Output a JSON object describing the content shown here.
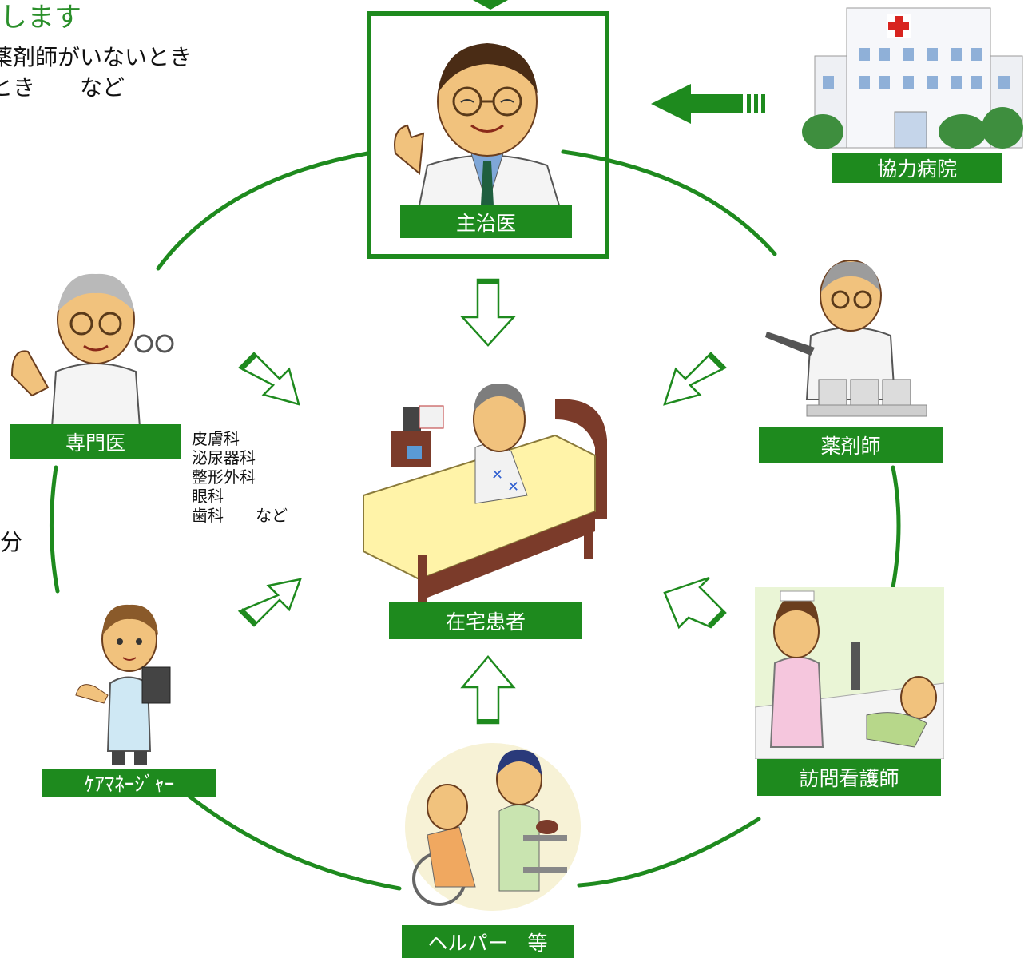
{
  "intro": {
    "heading": "します",
    "line1": "薬剤師がいないとき",
    "line2": "とき　　など",
    "tail": "分"
  },
  "roles": {
    "doctor": "主治医",
    "hospital": "協力病院",
    "specialist": "専門医",
    "pharmacist": "薬剤師",
    "patient": "在宅患者",
    "care_manager": "ｹｱﾏﾈｰｼﾞｬｰ",
    "nurse": "訪問看護師",
    "helper": "ヘルパー　等"
  },
  "specialties": [
    "皮膚科",
    "泌尿器科",
    "整形外科",
    "眼科",
    "歯科　　など"
  ],
  "colors": {
    "accent_green": "#1e8a1e",
    "label_text": "#ffffff",
    "arrow_fill": "#ffffff",
    "hospital_cross": "#d8241f"
  },
  "icons": {
    "doctor": "doctor-illustration",
    "hospital": "hospital-building-illustration",
    "specialist": "specialist-doctor-illustration",
    "pharmacist": "pharmacist-illustration",
    "patient": "patient-in-bed-illustration",
    "care_manager": "care-manager-illustration",
    "nurse": "visiting-nurse-illustration",
    "helper": "caregiver-helper-illustration"
  }
}
